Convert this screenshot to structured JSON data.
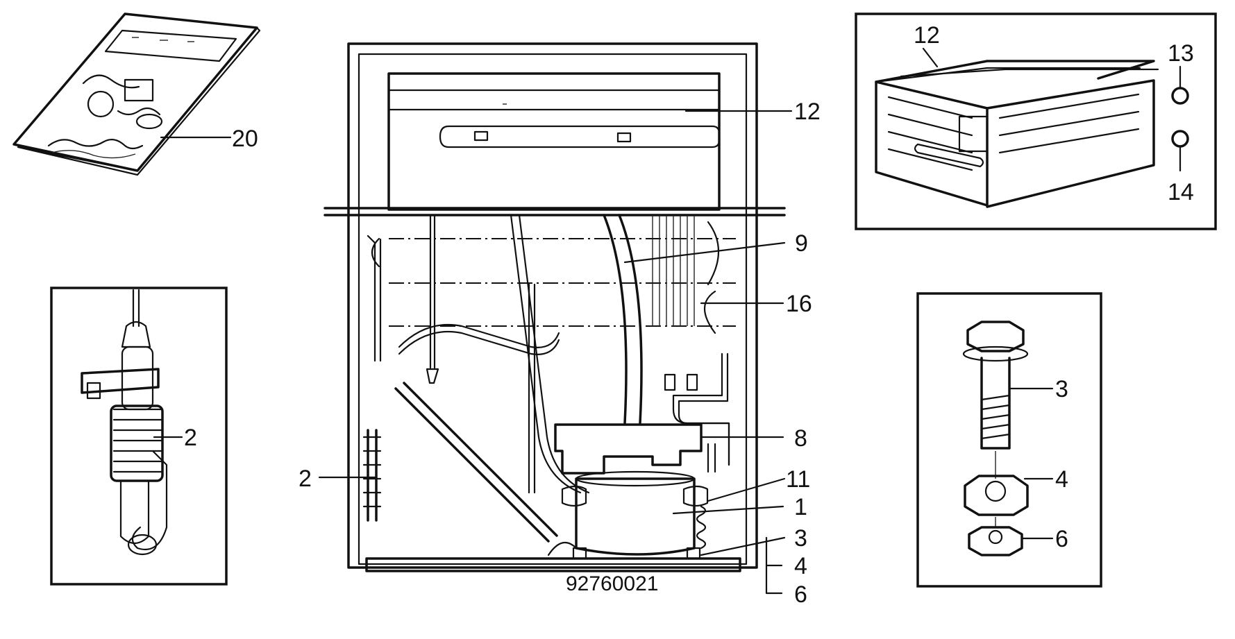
{
  "part_code": "92760021",
  "labels": {
    "manual": "20",
    "thermostat_inset": "2",
    "evaporator_main": "12",
    "cooling_unit": "9",
    "absorber": "16",
    "boiler_box": "8",
    "thermostat_main": "2",
    "flue": "11",
    "burner": "1",
    "screw_main": "3",
    "nut_main": "4",
    "washer_main": "6",
    "evaporator_inset": "12",
    "cap_top": "13",
    "cap_bottom": "14",
    "screw_inset": "3",
    "nut_inset": "4",
    "washer_inset": "6"
  }
}
